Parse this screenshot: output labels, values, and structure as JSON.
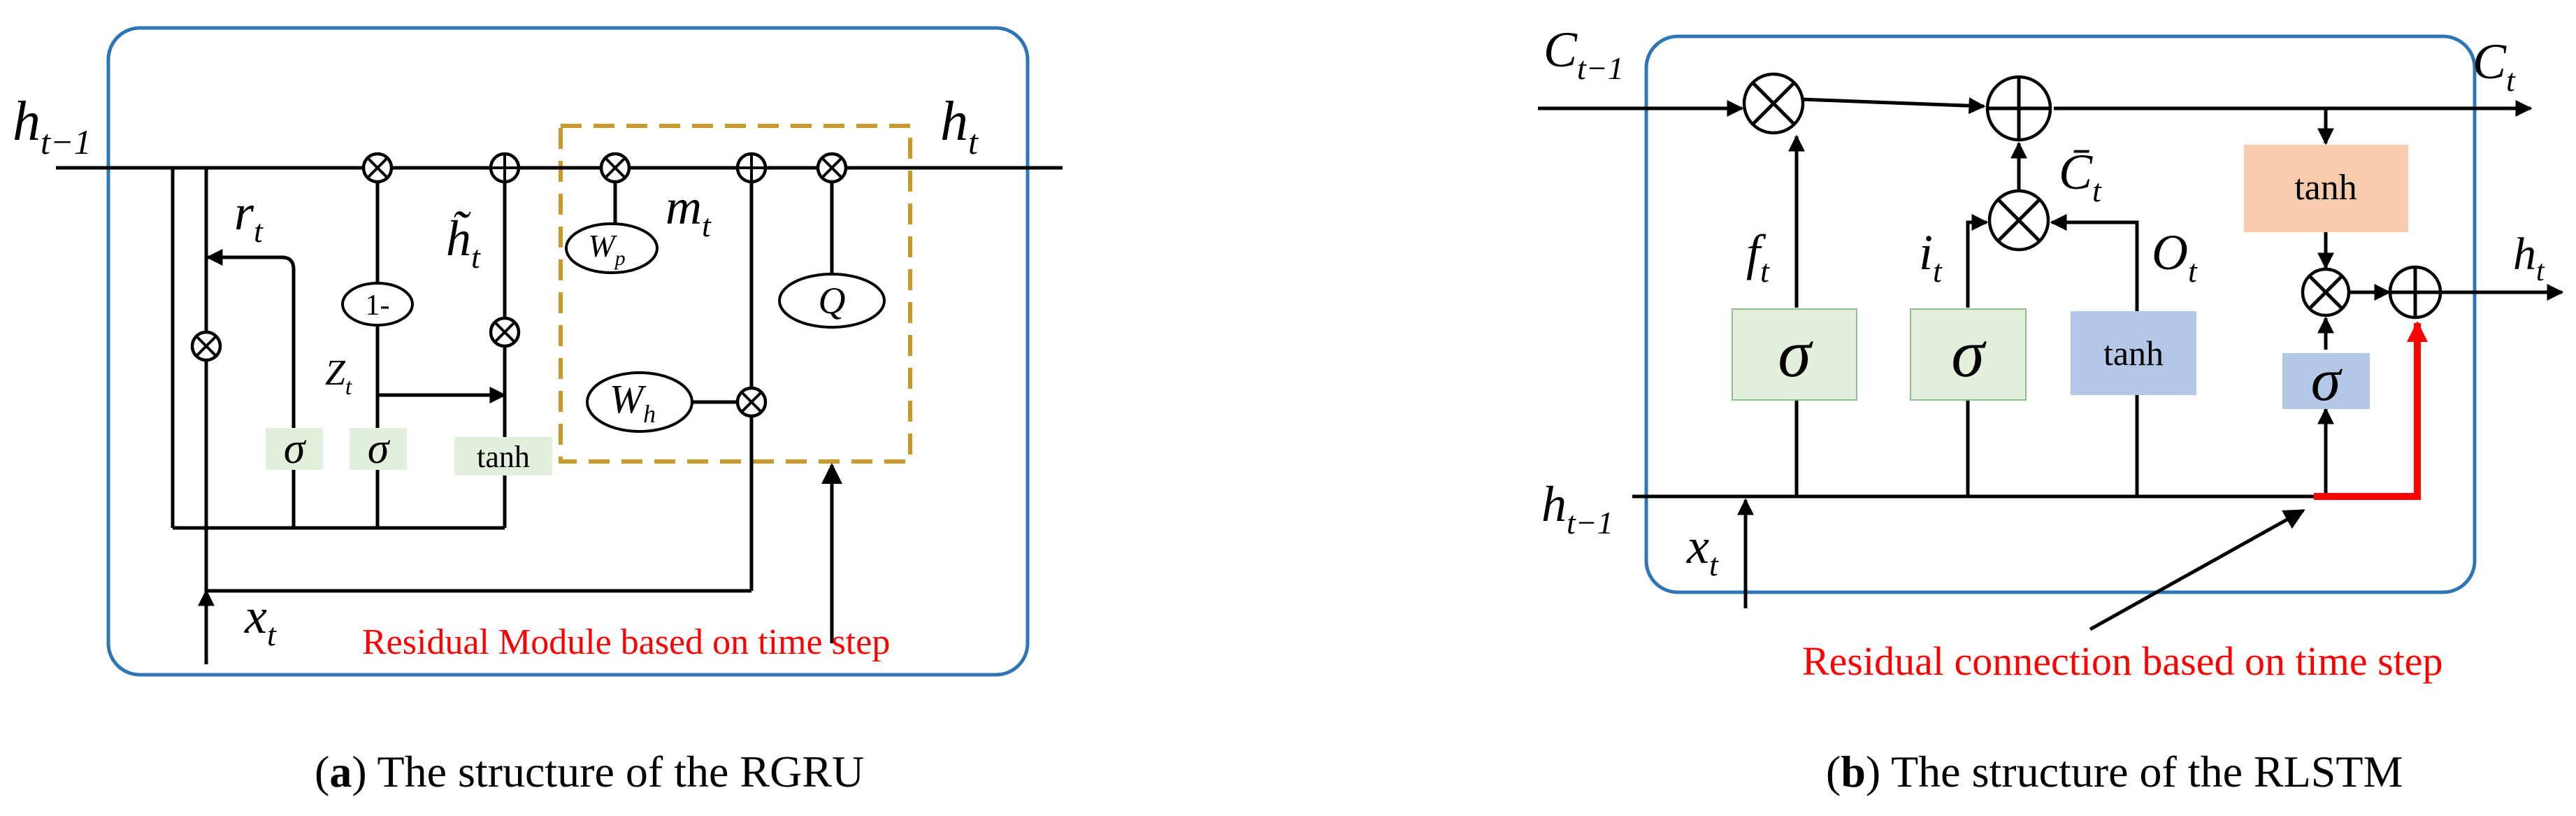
{
  "colors": {
    "frame": "#2e75b6",
    "dashed_module": "#c89a2a",
    "sigma_fill": "#e2efda",
    "tanh_fill_gru": "#e2efda",
    "tanh_fill_lstm_top": "#f8cbad",
    "tanh_fill_lstm_out": "#b4c7e7",
    "residual": "#ff0000"
  },
  "panel_a": {
    "h_prev": "h",
    "h_prev_sub": "t−1",
    "h_out": "h",
    "h_out_sub": "t",
    "r": "r",
    "r_sub": "t",
    "z": "Z",
    "z_sub": "t",
    "h_tilde": "h̃",
    "h_tilde_sub": "t",
    "m": "m",
    "m_sub": "t",
    "w_p": "W",
    "w_p_sub": "p",
    "w_h": "W",
    "w_h_sub": "h",
    "q": "Q",
    "one_minus": "1-",
    "sigma": "σ",
    "tanh": "tanh",
    "x": "x",
    "x_sub": "t",
    "residual_text": "Residual Module based on time step",
    "caption_letter": "a",
    "caption_text": " The structure of the RGRU"
  },
  "panel_b": {
    "c_prev": "C",
    "c_prev_sub": "t−1",
    "c_out": "C",
    "c_out_sub": "t",
    "f": "f",
    "f_sub": "t",
    "i": "i",
    "i_sub": "t",
    "c_bar": "C̄",
    "c_bar_sub": "t",
    "o": "O",
    "o_sub": "t",
    "h_out": "h",
    "h_out_sub": "t",
    "h_prev": "h",
    "h_prev_sub": "t−1",
    "x": "x",
    "x_sub": "t",
    "sigma": "σ",
    "tanh": "tanh",
    "residual_text": "Residual connection based on time step",
    "caption_letter": "b",
    "caption_text": " The structure of the RLSTM"
  }
}
